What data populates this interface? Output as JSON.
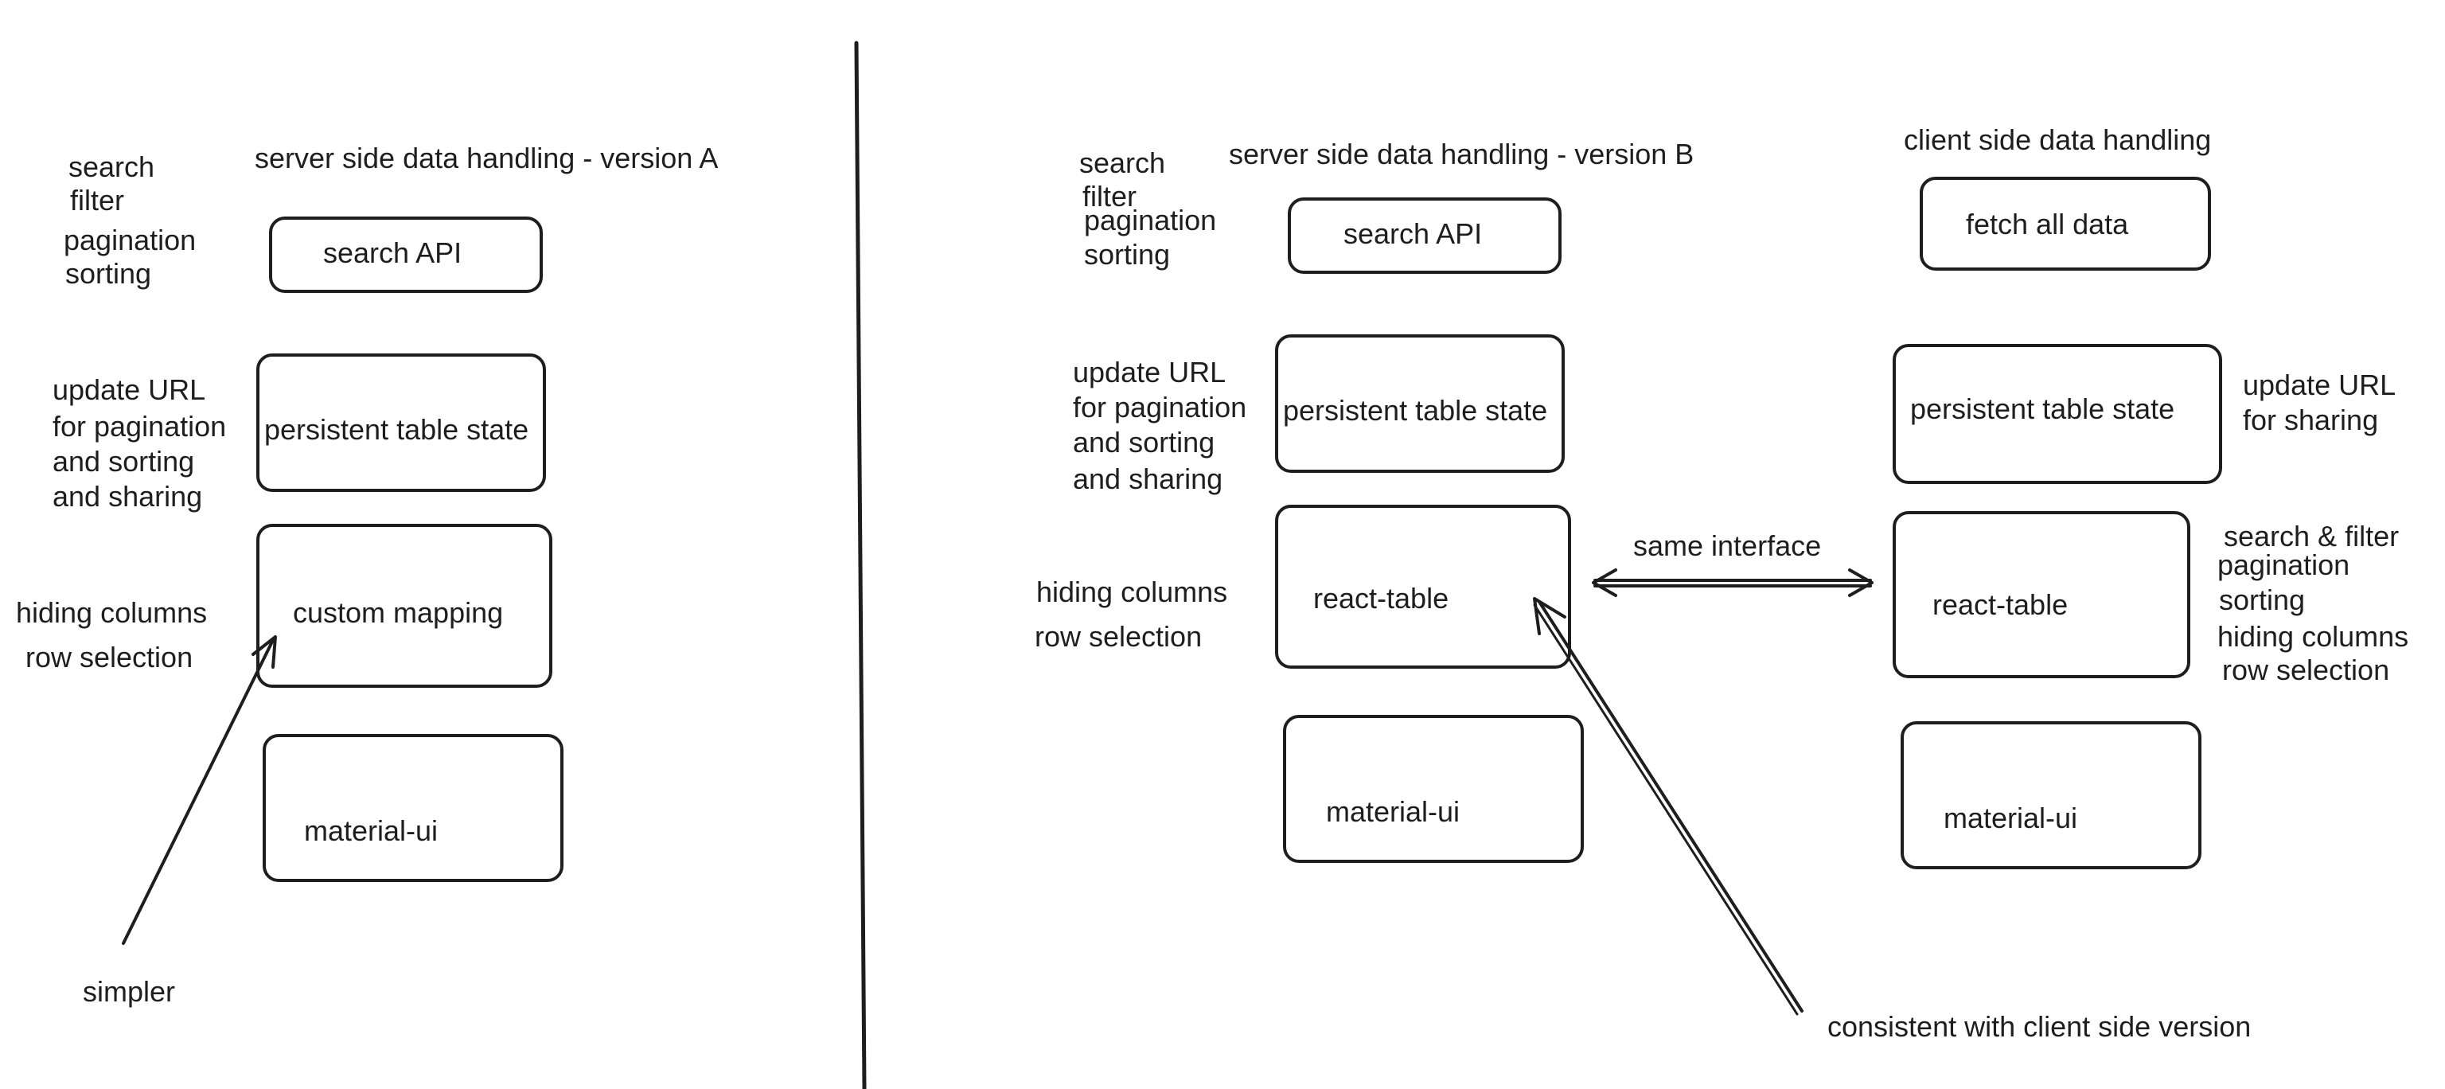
{
  "left_panel": {
    "title": "server side data handling - version A",
    "notes": {
      "search": "search",
      "filter": "filter",
      "pagination": "pagination",
      "sorting": "sorting",
      "url_1": "update URL",
      "url_2": "for pagination",
      "url_3": "and sorting",
      "url_4": "and sharing",
      "hiding": "hiding columns",
      "selection": "row selection",
      "simpler": "simpler"
    },
    "boxes": {
      "search_api": "search API",
      "persistent_state": "persistent table state",
      "custom_mapping": "custom mapping",
      "material_ui": "material-ui"
    }
  },
  "middle_panel": {
    "title": "server side data handling - version B",
    "notes": {
      "search": "search",
      "filter": "filter",
      "pagination": "pagination",
      "sorting": "sorting",
      "url_1": "update URL",
      "url_2": "for pagination",
      "url_3": "and sorting",
      "url_4": "and sharing",
      "hiding": "hiding columns",
      "selection": "row selection",
      "same_interface": "same interface",
      "consistent": "consistent with client side version"
    },
    "boxes": {
      "search_api": "search API",
      "persistent_state": "persistent table state",
      "react_table": "react-table",
      "material_ui": "material-ui"
    }
  },
  "right_panel": {
    "title": "client side data handling",
    "notes": {
      "url_1": "update URL",
      "url_2": "for sharing",
      "search_filter": "search & filter",
      "pagination": "pagination",
      "sorting": "sorting",
      "hiding": "hiding columns",
      "selection": "row selection"
    },
    "boxes": {
      "fetch_all": "fetch all data",
      "persistent_state": "persistent table state",
      "react_table": "react-table",
      "material_ui": "material-ui"
    }
  }
}
